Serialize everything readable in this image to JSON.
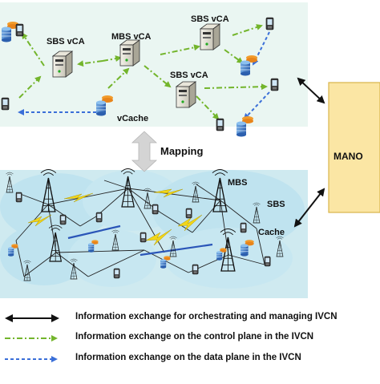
{
  "colors": {
    "virtual_panel_bg": "#eaf6f2",
    "physical_panel_bg": "#cfeaf0",
    "cell_fill": "#bfe3ef",
    "mano_fill": "#fbe6a4",
    "mano_border": "#d9b44a",
    "control_plane": "#73b52c",
    "data_plane": "#3a6fd8",
    "orchestration": "#111111",
    "wireless_link": "#f2d61a",
    "backhaul_link": "#2a55b8",
    "mapping_arrow": "#d4d4d4"
  },
  "icons": [
    "server-icon",
    "phone-icon",
    "cache-database-icon",
    "tower-icon",
    "wireless-bolt-icon",
    "double-arrow-icon"
  ],
  "labels": {
    "sbs_vca_top_left": "SBS vCA",
    "mbs_vca": "MBS vCA",
    "sbs_vca_top_right": "SBS vCA",
    "sbs_vca_mid_right": "SBS vCA",
    "vcache": "vCache",
    "mapping": "Mapping",
    "mbs": "MBS",
    "sbs": "SBS",
    "cache": "Cache",
    "mano": "MANO"
  },
  "legend": [
    {
      "style": "solid-black-double-arrow",
      "text": "Information exchange for orchestrating and managing IVCN"
    },
    {
      "style": "green-dash-dot-arrow",
      "text": "Information exchange on the control plane in the IVCN"
    },
    {
      "style": "blue-dashed-arrow",
      "text": "Information exchange on the data plane in the IVCN"
    }
  ]
}
